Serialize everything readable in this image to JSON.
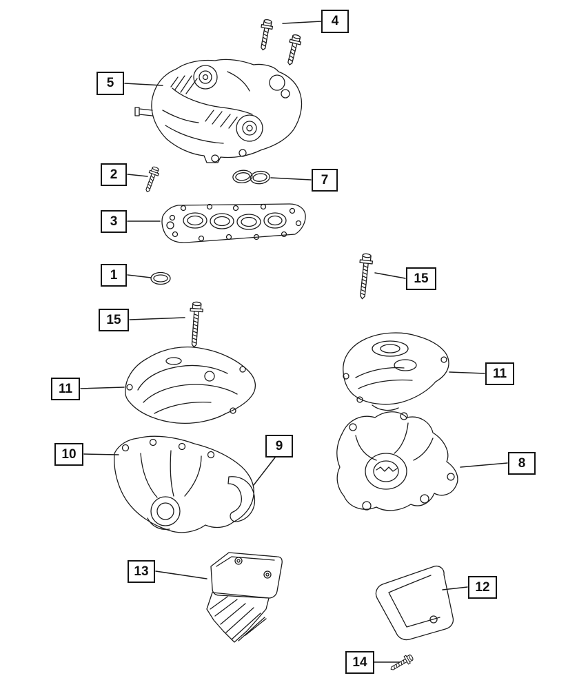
{
  "colors": {
    "background": "#ffffff",
    "line": "#1c1c1c"
  },
  "callouts": {
    "c1": "1",
    "c2": "2",
    "c3": "3",
    "c4": "4",
    "c5": "5",
    "c7": "7",
    "c8": "8",
    "c9": "9",
    "c10": "10",
    "c11_left": "11",
    "c11_right": "11",
    "c12": "12",
    "c13": "13",
    "c14": "14",
    "c15_left": "15",
    "c15_right": "15"
  },
  "parts": {
    "p4": "hex-flange-bolts-drawing",
    "p5": "upper-intake-manifold-drawing",
    "p2": "hex-bolt-drawing",
    "p7": "figure-eight-gasket-drawing",
    "p3": "lower-intake-manifold-drawing",
    "p1": "o-ring-seal-drawing",
    "p15_right": "long-mounting-bolt-drawing",
    "p15_left": "long-mounting-bolt-drawing",
    "p11_left": "heat-shield-left-drawing",
    "p11_right": "heat-shield-right-drawing",
    "p10": "exhaust-manifold-front-drawing",
    "p9": "manifold-outlet-flange-drawing",
    "p8": "exhaust-manifold-rear-drawing",
    "p13": "heat-shield-bracket-drawing",
    "p12": "splash-shield-drawing",
    "p14": "hex-screw-drawing"
  }
}
